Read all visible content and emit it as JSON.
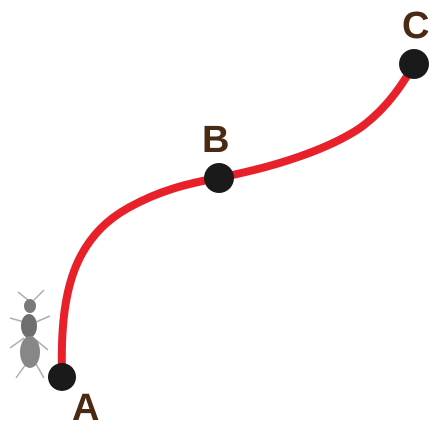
{
  "diagram": {
    "points": [
      {
        "id": "A",
        "label": "A"
      },
      {
        "id": "B",
        "label": "B"
      },
      {
        "id": "C",
        "label": "C"
      }
    ],
    "path": {
      "from": "A",
      "via": "B",
      "to": "C"
    },
    "colors": {
      "path": "#e8202a",
      "node": "#1a1a1a",
      "label": "#4a2a12"
    },
    "decoration": {
      "icon": "ant-icon"
    }
  }
}
